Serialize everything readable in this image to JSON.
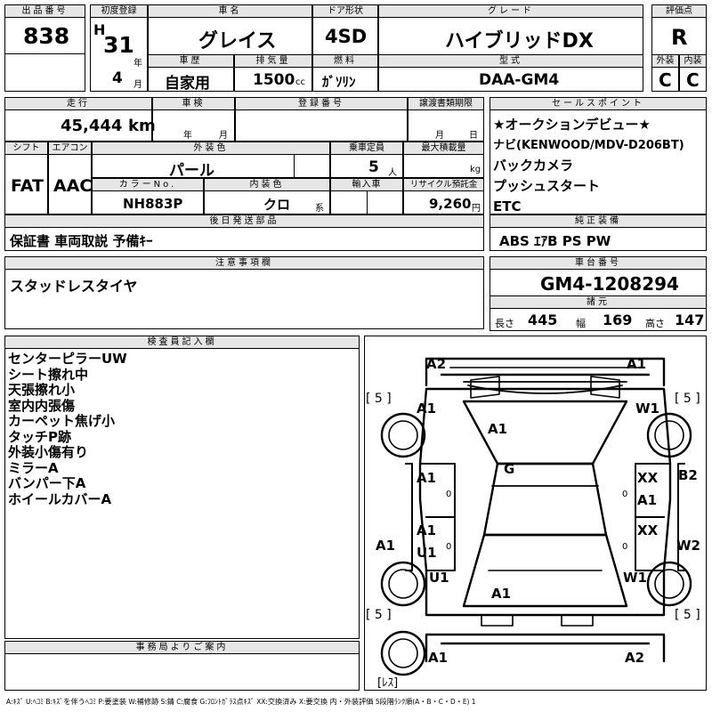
{
  "header": {
    "lot_no_label": "出品番号",
    "lot_no": "838",
    "first_reg_label": "初度登録",
    "era": "H",
    "year": "31",
    "year_unit": "年",
    "month": "4",
    "month_unit": "月",
    "car_name_label": "車名",
    "car_name": "グレイス",
    "door_label": "ドア形状",
    "door": "4SD",
    "grade_label": "グレード",
    "grade": "ハイブリッドDX",
    "score_label": "評価点",
    "score": "R",
    "history_label": "車歴",
    "history": "自家用",
    "displacement_label": "排気量",
    "displacement": "1500",
    "displacement_unit": "cc",
    "fuel_label": "燃料",
    "fuel": "ｶﾞｿﾘﾝ",
    "model_label": "型式",
    "model": "DAA-GM4",
    "exterior_label": "外装",
    "exterior": "C",
    "interior_label": "内装",
    "interior": "C"
  },
  "row2": {
    "mileage_label": "走行",
    "mileage": "45,444",
    "mileage_unit": "km",
    "inspection_label": "車検",
    "inspection_year_unit": "年",
    "inspection_month_unit": "月",
    "reg_no_label": "登録番号",
    "transfer_label": "譲渡書類期限",
    "transfer_month_unit": "月",
    "transfer_day_unit": "日",
    "shift_label": "シフト",
    "shift": "FAT",
    "ac_label": "エアコン",
    "ac": "AAC",
    "color_label": "外装色",
    "color": "パール",
    "capacity_label": "乗車定員",
    "capacity": "5",
    "capacity_unit": "人",
    "max_load_label": "最大積載量",
    "max_load_unit": "kg",
    "color_no_label": "カラーNo.",
    "color_no": "NH883P",
    "int_color_label": "内装色",
    "int_color": "クロ",
    "int_color_unit": "系",
    "import_label": "輸入車",
    "recycle_label": "リサイクル預託金",
    "recycle": "9,260",
    "recycle_unit": "円"
  },
  "later_parts": {
    "label": "後日発送部品",
    "value": "保証書 車両取説 予備ｷｰ"
  },
  "notes": {
    "label": "注意事項欄",
    "value": "スタッドレスタイヤ"
  },
  "sales_points": {
    "label": "セールスポイント",
    "items": [
      "★オークションデビュー★",
      "ナビ(KENWOOD/MDV-D206BT)",
      "バックカメラ",
      "プッシュスタート",
      "ETC"
    ]
  },
  "equipment": {
    "label": "純正装備",
    "value": "ABS ｴｱB PS PW"
  },
  "chassis": {
    "label": "車台番号",
    "value": "GM4-1208294",
    "spec_label": "諸元",
    "length_label": "長さ",
    "length": "445",
    "width_label": "幅",
    "width": "169",
    "height_label": "高さ",
    "height": "147"
  },
  "inspector": {
    "label": "検査員記入欄",
    "items": [
      "センターピラーUW",
      "シート擦れ中",
      "天張擦れ小",
      "室内内張傷",
      "カーペット焦げ小",
      "タッチP跡",
      "外装小傷有り",
      "ミラーA",
      "バンパー下A",
      "ホイールカバーA"
    ]
  },
  "office": {
    "label": "事務局よりご案内"
  },
  "diagram": {
    "tire_labels": [
      "[ 5 ]",
      "[ 5 ]",
      "[ 5 ]",
      "[ 5 ]",
      "[ﾚｽ]"
    ],
    "marks": {
      "front_bumper_left": "A2",
      "front_bumper_right": "A1",
      "front_left_fender": "A1",
      "front_right_fender": "W1",
      "hood": "A1",
      "left_front_door": "A1",
      "roof": "G",
      "right_front_door_1": "XX",
      "right_front_door_2": "A1",
      "right_sill": "B2",
      "left_rear_door_1": "A1",
      "left_rear_door_2": "U1",
      "right_rear_door": "XX",
      "left_sill": "A1",
      "right_rear_quarter_side": "W2",
      "left_rear_fender": "U1",
      "right_rear_fender": "W1",
      "trunk": "A1",
      "rear_bumper_left": "A1",
      "rear_bumper_right": "A2",
      "door_mark": "0"
    }
  },
  "legend": "A:ｷｽﾞ U:ﾍｺﾐ B:ｷｽﾞを伴うﾍｺﾐ P:要塗装 W:補修跡 S:錆 C:腐食 G:ﾌﾛﾝﾄｶﾞﾗｽ点ｷｽﾞ XX:交換済み X:要交換 内・外装評価 5段階ﾗﾝｸ順(A・B・C・D・E) 1"
}
